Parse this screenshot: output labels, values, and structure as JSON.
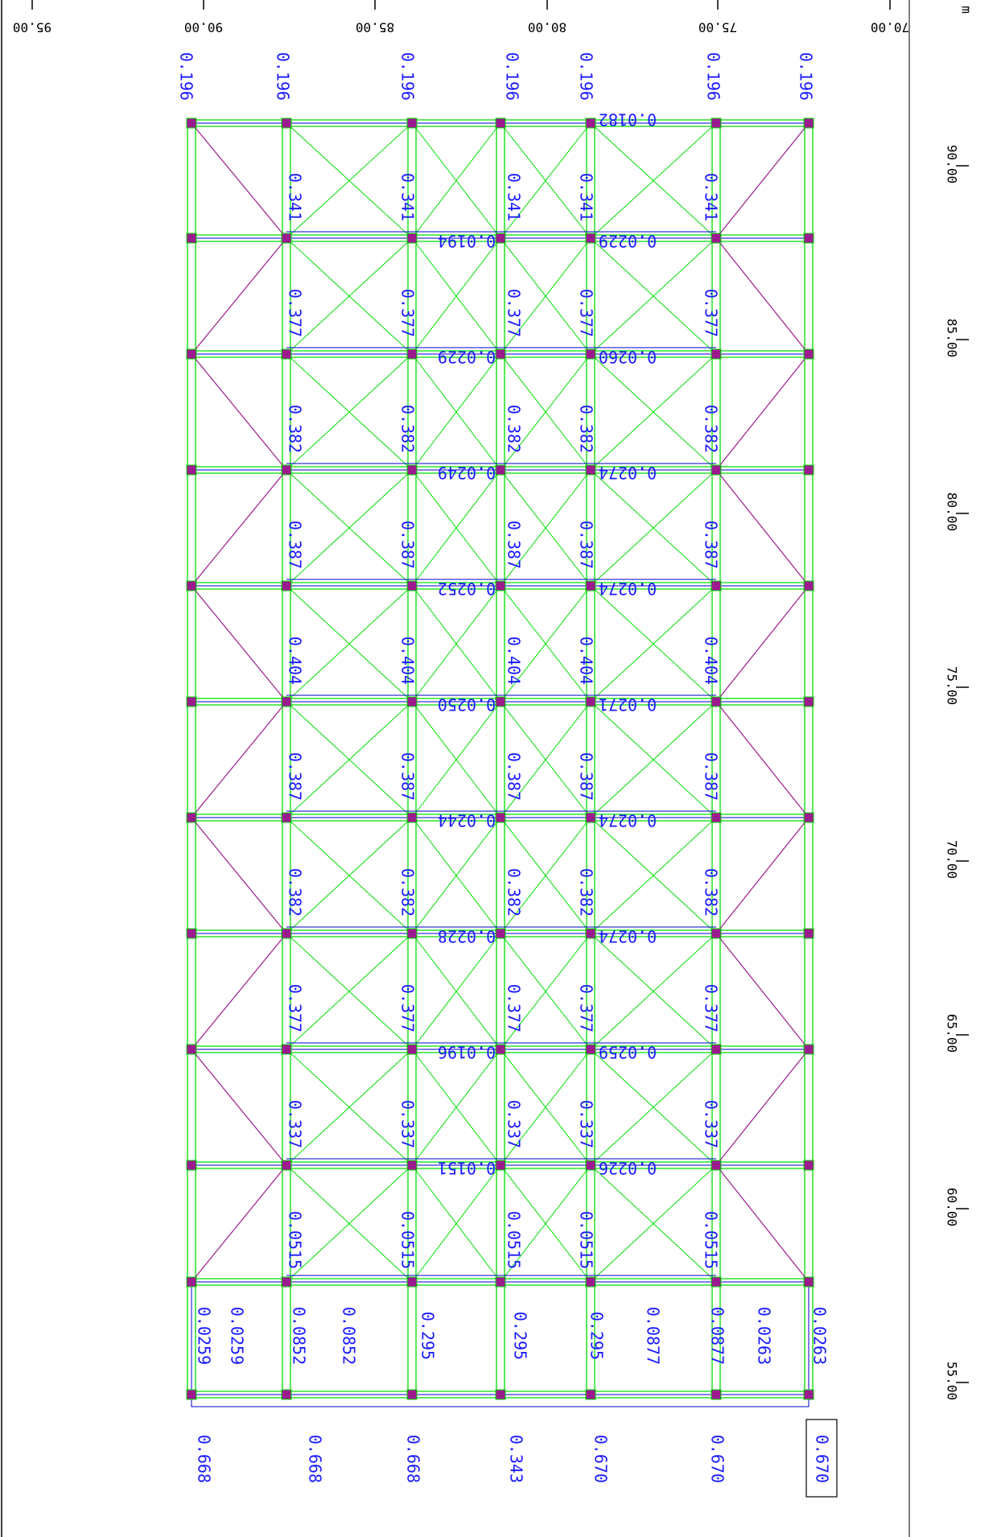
{
  "colors": {
    "background": "#ffffff",
    "axis": "#000000",
    "structure": "#00dd00",
    "section": "#0000cc",
    "label": "#1a1aff",
    "node": "#9b1b8e"
  },
  "axis_ticks": {
    "top": [
      "95.00",
      "90.00",
      "85.00",
      "80.00",
      "75.00",
      "70.00"
    ],
    "right": [
      "90.00",
      "85.00",
      "80.00",
      "75.00",
      "70.00",
      "65.00",
      "60.00",
      "55.00"
    ],
    "unit": "m"
  },
  "top_row": [
    "0.196",
    "0.196",
    "0.196",
    "0.196",
    "0.196",
    "0.196",
    "0.196"
  ],
  "bay_rows": [
    {
      "left": "0.341",
      "a": "0.341",
      "b": "0.341",
      "c": "0.341",
      "right": "0.341"
    },
    {
      "left": "0.377",
      "a": "0.377",
      "b": "0.377",
      "c": "0.377",
      "right": "0.377"
    },
    {
      "left": "0.382",
      "a": "0.382",
      "b": "0.382",
      "c": "0.382",
      "right": "0.382"
    },
    {
      "left": "0.387",
      "a": "0.387",
      "b": "0.387",
      "c": "0.387",
      "right": "0.387"
    },
    {
      "left": "0.404",
      "a": "0.404",
      "b": "0.404",
      "c": "0.404",
      "right": "0.404"
    },
    {
      "left": "0.387",
      "a": "0.387",
      "b": "0.387",
      "c": "0.387",
      "right": "0.387"
    },
    {
      "left": "0.382",
      "a": "0.382",
      "b": "0.382",
      "c": "0.382",
      "right": "0.382"
    },
    {
      "left": "0.377",
      "a": "0.377",
      "b": "0.377",
      "c": "0.377",
      "right": "0.377"
    },
    {
      "left": "0.337",
      "a": "0.337",
      "b": "0.337",
      "c": "0.337",
      "right": "0.337"
    },
    {
      "left": "0.0515",
      "a": "0.0515",
      "b": "0.0515",
      "c": "0.0515",
      "right": "0.0515"
    }
  ],
  "beam_labels": [
    {
      "left": "",
      "right": "0.0182"
    },
    {
      "left": "0.0194",
      "right": "0.0229"
    },
    {
      "left": "0.0229",
      "right": "0.0260"
    },
    {
      "left": "0.0249",
      "right": "0.0274"
    },
    {
      "left": "0.0252",
      "right": "0.0274"
    },
    {
      "left": "0.0250",
      "right": "0.0271"
    },
    {
      "left": "0.0244",
      "right": "0.0274"
    },
    {
      "left": "0.0228",
      "right": "0.0274"
    },
    {
      "left": "0.0196",
      "right": "0.0259"
    },
    {
      "left": "0.0151",
      "right": "0.0226"
    }
  ],
  "lower_row": [
    "0.0259",
    "0.0259",
    "0.0852",
    "0.0852",
    "0.295",
    "0.295",
    "0.295",
    "0.0877",
    "0.0877",
    "0.0263",
    "0.0263"
  ],
  "bottom_row": [
    "0.668",
    "0.668",
    "0.668",
    "0.343",
    "0.670",
    "0.670",
    "0.670"
  ]
}
